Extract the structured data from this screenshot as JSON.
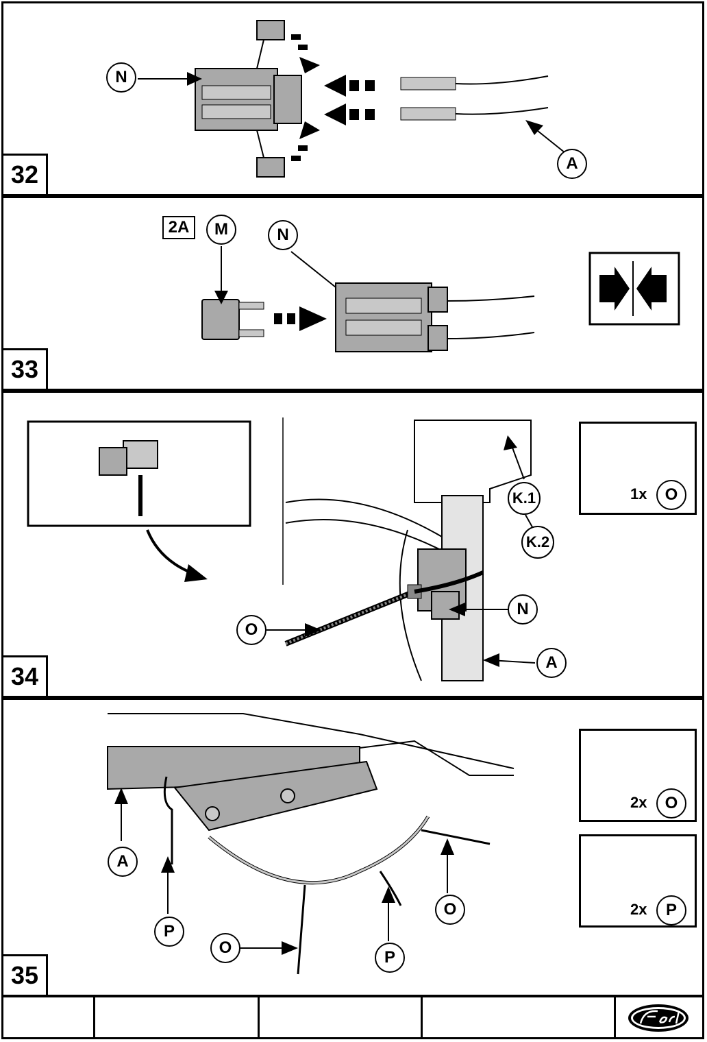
{
  "steps": [
    {
      "number": "32",
      "callouts": [
        "N",
        "A"
      ]
    },
    {
      "number": "33",
      "tag": "2A",
      "callouts": [
        "M",
        "N"
      ]
    },
    {
      "number": "34",
      "callouts": [
        "K.1",
        "K.2",
        "N",
        "O",
        "A"
      ],
      "kit": {
        "qty": "1x",
        "item": "O"
      }
    },
    {
      "number": "35",
      "callouts": [
        "A",
        "P",
        "O",
        "P",
        "O"
      ],
      "kits": [
        {
          "qty": "2x",
          "item": "O"
        },
        {
          "qty": "2x",
          "item": "P"
        }
      ]
    }
  ],
  "footer": {
    "brand_logo": "Ford"
  },
  "colors": {
    "part_fill": "#a9a9a9",
    "line": "#000000"
  }
}
